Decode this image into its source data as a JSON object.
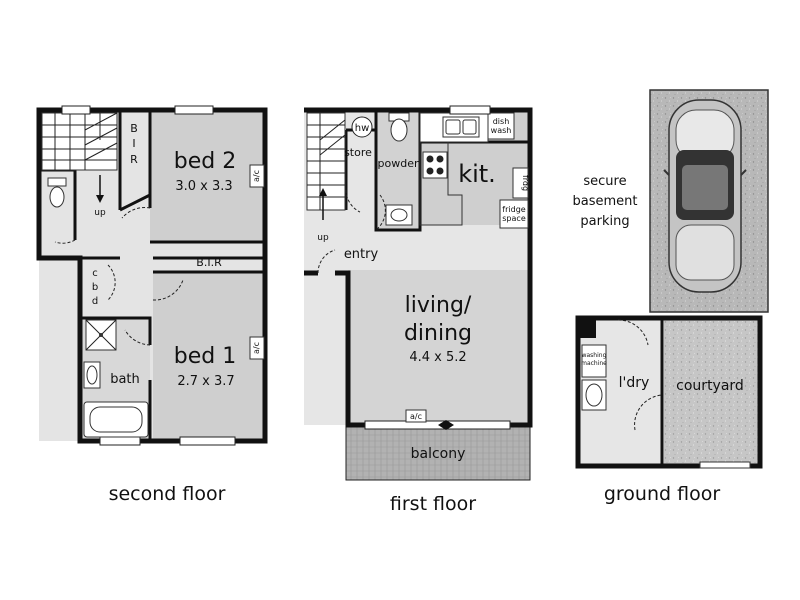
{
  "second_floor": {
    "caption": "second floor",
    "bed2": {
      "name": "bed 2",
      "dims": "3.0 x 3.3"
    },
    "bed1": {
      "name": "bed 1",
      "dims": "2.7 x 3.7"
    },
    "bir_top_1": "B",
    "bir_top_2": "I",
    "bir_top_3": "R",
    "bir_mid": "B.I.R",
    "ac_1": "a/c",
    "ac_2": "a/c",
    "cbd_1": "c",
    "cbd_2": "b",
    "cbd_3": "d",
    "bath": "bath",
    "up": "up"
  },
  "first_floor": {
    "caption": "first floor",
    "hw": "hw",
    "store": "store",
    "powder": "powder",
    "dish_1": "dish",
    "dish_2": "wash",
    "kit": "kit.",
    "frdg": "frdg",
    "fridge_1": "fridge",
    "fridge_2": "space",
    "up": "up",
    "entry": "entry",
    "living_1": "living/",
    "living_2": "dining",
    "living_dims": "4.4 x 5.2",
    "ac": "a/c",
    "balcony": "balcony"
  },
  "ground_floor": {
    "caption": "ground floor",
    "parking_1": "secure",
    "parking_2": "basement",
    "parking_3": "parking",
    "washing_1": "washing",
    "washing_2": "machine",
    "ldry": "l'dry",
    "courtyard": "courtyard"
  }
}
